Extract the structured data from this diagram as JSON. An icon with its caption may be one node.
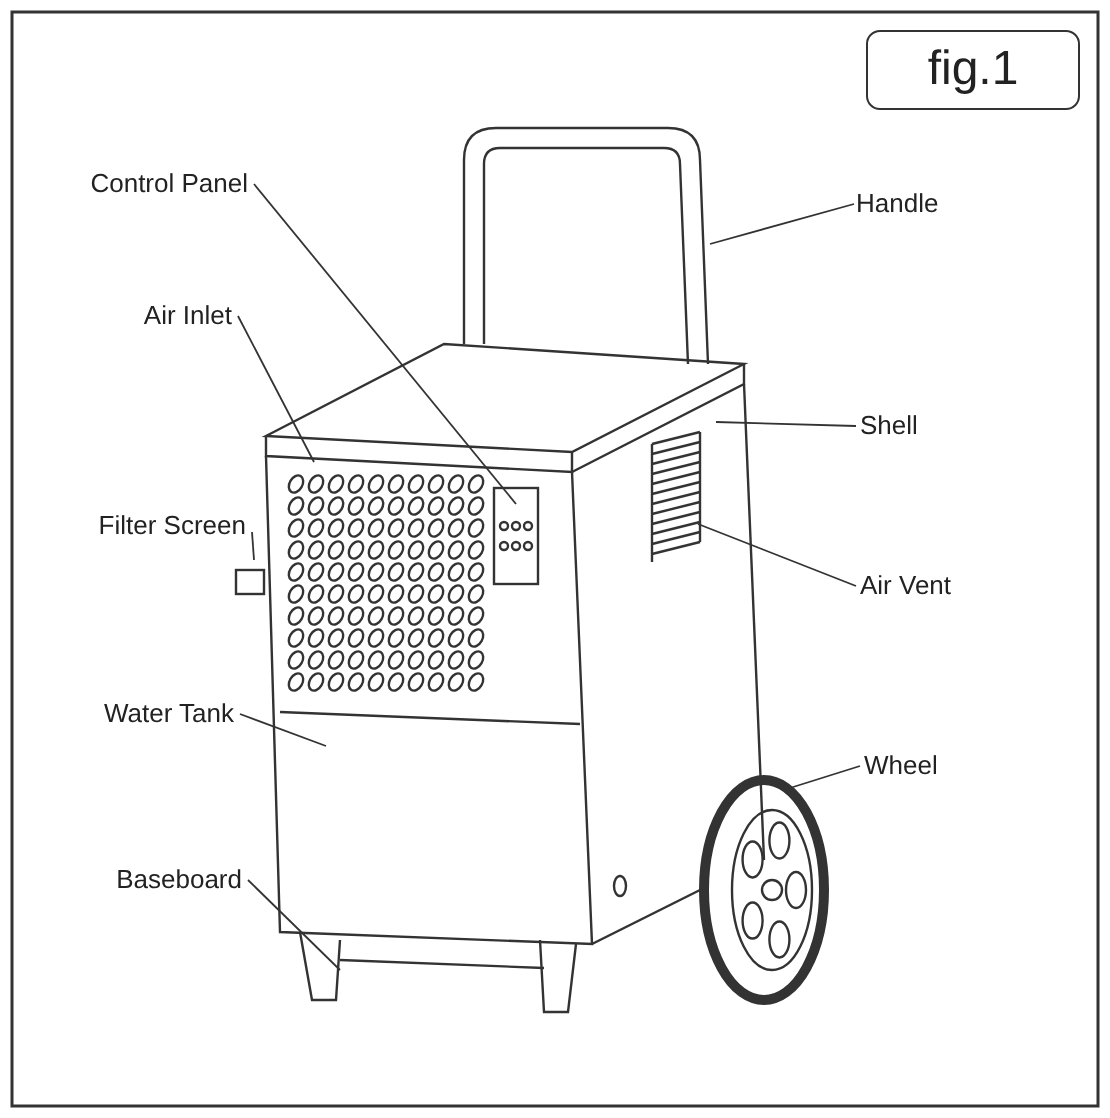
{
  "diagram": {
    "nodes": [
      {
        "text": [
          "fig.1"
        ]
      },
      {
        "text": [
          "Control Panel"
        ]
      },
      {
        "text": [
          "Handle"
        ]
      },
      {
        "text": [
          "Air Inlet"
        ]
      },
      {
        "text": [
          "Shell"
        ]
      },
      {
        "text": [
          "Filter Screen"
        ]
      },
      {
        "text": [
          "Air Vent"
        ]
      },
      {
        "text": [
          "Water Tank"
        ]
      },
      {
        "text": [
          "Wheel"
        ]
      },
      {
        "text": [
          "Baseboard"
        ]
      }
    ],
    "edges": [
      {
        "from": 1,
        "to": null,
        "arrow": "none"
      },
      {
        "from": 2,
        "to": null,
        "arrow": "none"
      },
      {
        "from": 3,
        "to": null,
        "arrow": "none"
      },
      {
        "from": 4,
        "to": null,
        "arrow": "none"
      },
      {
        "from": 5,
        "to": null,
        "arrow": "none"
      },
      {
        "from": 6,
        "to": null,
        "arrow": "none"
      },
      {
        "from": 7,
        "to": null,
        "arrow": "none"
      },
      {
        "from": 8,
        "to": null,
        "arrow": "none"
      },
      {
        "from": 9,
        "to": null,
        "arrow": "none"
      }
    ]
  }
}
